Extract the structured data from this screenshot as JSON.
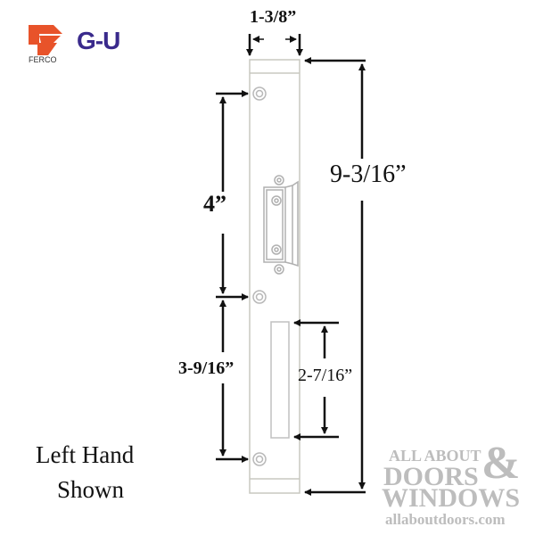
{
  "logos": {
    "ferco": {
      "label": "FERCO",
      "color": "#e8532a"
    },
    "gu": {
      "label": "G-U",
      "color": "#3a2a8c"
    }
  },
  "dimensions": {
    "width": "1-3/8”",
    "overall_length": "9-3/16”",
    "hole_spacing_top": "4”",
    "hole_spacing_bottom": "3-9/16”",
    "cutout_length": "2-7/16”"
  },
  "caption": {
    "line1": "Left Hand",
    "line2": "Shown"
  },
  "watermark": {
    "line1": "ALL ABOUT",
    "line2": "DOORS",
    "ampersand": "&",
    "line3": "WINDOWS",
    "url": "allaboutdoors.com",
    "color": "#bdbdbd"
  },
  "colors": {
    "outline": "#c8c8c0",
    "arrow": "#111111"
  }
}
